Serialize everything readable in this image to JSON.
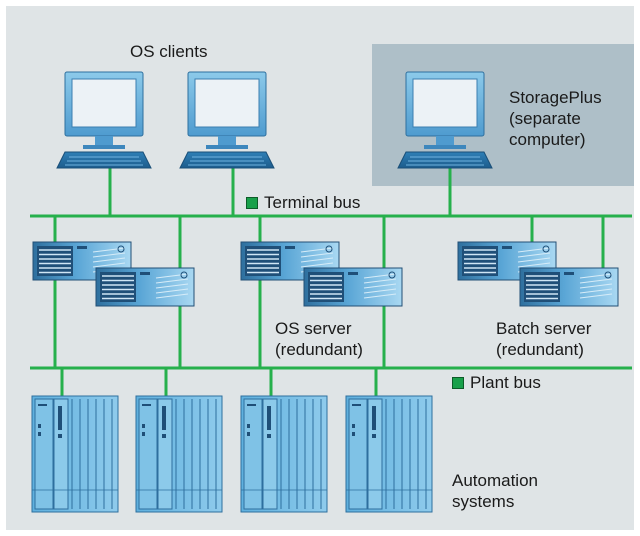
{
  "diagram": {
    "labels": {
      "os_clients": "OS clients",
      "storageplus_line1": "StoragePlus",
      "storageplus_line2": "(separate",
      "storageplus_line3": "computer)",
      "terminal_bus": "Terminal bus",
      "os_server_line1": "OS server",
      "os_server_line2": "(redundant)",
      "batch_server_line1": "Batch server",
      "batch_server_line2": "(redundant)",
      "plant_bus": "Plant bus",
      "automation_line1": "Automation",
      "automation_line2": "systems"
    },
    "colors": {
      "background": "#dfe4e6",
      "storage_box": "#aebfc8",
      "bus_line": "#26b04c",
      "bus_marker": "#18a04a",
      "device_fill": "#7fc2e6",
      "device_dark": "#2e6f9e",
      "screen": "#ecf2f6",
      "text": "#1a1a1a"
    },
    "icons": [
      "monitor-icon",
      "server-icon",
      "automation-rack-icon"
    ]
  }
}
